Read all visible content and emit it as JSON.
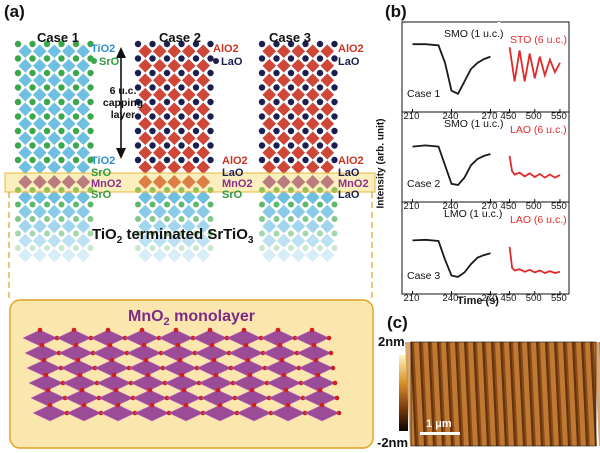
{
  "panel_a": {
    "letter": "(a)",
    "cases": [
      {
        "title": "Case 1",
        "top_labels": [
          "TiO2",
          "SrO"
        ],
        "interface_labels": [
          "TiO2",
          "SrO",
          "MnO2",
          "SrO"
        ]
      },
      {
        "title": "Case 2",
        "top_labels": [
          "AlO2",
          "LaO"
        ],
        "interface_labels": []
      },
      {
        "title": "Case 3",
        "top_labels": [
          "AlO2",
          "LaO"
        ],
        "interface_labels": [
          "AlO2",
          "LaO",
          "MnO2",
          "LaO"
        ]
      }
    ],
    "middle_labels": [
      "AlO2",
      "LaO",
      "MnO2",
      "SrO"
    ],
    "capping_text": [
      "6 u.c.",
      "capping",
      "layer"
    ],
    "substrate_text_prefix": "TiO",
    "substrate_text_middle": " terminated SrTiO",
    "monolayer_title_prefix": "MnO",
    "monolayer_title_suffix": " monolayer"
  },
  "panel_b": {
    "letter": "(b)",
    "ylabel": "Intensity (arb. unit)",
    "xlabel": "Time (s)",
    "plots": [
      {
        "case": "Case 1",
        "left_label": "SMO (1 u.c.)",
        "right_label": "STO (6 u.c.)",
        "left_ticks": [
          "210",
          "240",
          "270"
        ],
        "right_ticks": [
          "450",
          "500",
          "550"
        ]
      },
      {
        "case": "Case 2",
        "left_label": "SMO (1 u.c.)",
        "right_label": "LAO (6 u.c.)",
        "left_ticks": [
          "210",
          "240",
          "270"
        ],
        "right_ticks": [
          "450",
          "500",
          "550"
        ]
      },
      {
        "case": "Case 3",
        "left_label": "LMO (1 u.c.)",
        "right_label": "LAO (6 u.c.)",
        "left_ticks": [
          "210",
          "240",
          "270"
        ],
        "right_ticks": [
          "450",
          "500",
          "550"
        ]
      }
    ]
  },
  "panel_c": {
    "letter": "(c)",
    "scale_top": "2nm",
    "scale_bottom": "-2nm",
    "scalebar": "1 μm"
  },
  "colors": {
    "sr_green": "#3aa84a",
    "ti_blue": "#5fb8de",
    "la_navy": "#1c1f4e",
    "al_red": "#c93324",
    "mn_purple": "#8a2f8c",
    "oxygen_red": "#cc1f1f",
    "rheed_black": "#1a1a1a",
    "rheed_red": "#e02a2a",
    "highlight_yellow": "#f6dc6e",
    "monolayer_bg": "#fbe7ae",
    "afm_brown": "#a8621c"
  },
  "chart_data": [
    {
      "type": "line",
      "title": "",
      "xlabel": "Time (s)",
      "ylabel": "Intensity (arb. unit)",
      "series": [
        {
          "name": "SMO (1 u.c.)",
          "x": [
            210,
            220,
            230,
            235,
            240,
            245,
            250,
            255,
            260,
            265,
            270
          ],
          "y": [
            0.9,
            0.9,
            0.88,
            0.6,
            0.15,
            0.1,
            0.3,
            0.5,
            0.6,
            0.66,
            0.7
          ]
        },
        {
          "name": "STO (6 u.c.)",
          "x": [
            450,
            460,
            470,
            480,
            490,
            500,
            510,
            520,
            530,
            540,
            550
          ],
          "y": [
            0.85,
            0.3,
            0.8,
            0.3,
            0.75,
            0.35,
            0.7,
            0.4,
            0.65,
            0.45,
            0.6
          ]
        }
      ]
    },
    {
      "type": "line",
      "title": "",
      "xlabel": "Time (s)",
      "ylabel": "Intensity (arb. unit)",
      "series": [
        {
          "name": "SMO (1 u.c.)",
          "x": [
            210,
            220,
            230,
            235,
            240,
            245,
            250,
            255,
            260,
            265,
            270
          ],
          "y": [
            0.7,
            0.72,
            0.7,
            0.4,
            0.1,
            0.08,
            0.2,
            0.4,
            0.5,
            0.55,
            0.58
          ]
        },
        {
          "name": "LAO (6 u.c.)",
          "x": [
            450,
            455,
            460,
            470,
            480,
            490,
            500,
            510,
            520,
            530,
            540,
            550
          ],
          "y": [
            0.55,
            0.3,
            0.25,
            0.28,
            0.22,
            0.27,
            0.21,
            0.26,
            0.2,
            0.25,
            0.2,
            0.24
          ]
        }
      ]
    },
    {
      "type": "line",
      "title": "",
      "xlabel": "Time (s)",
      "ylabel": "Intensity (arb. unit)",
      "series": [
        {
          "name": "LMO (1 u.c.)",
          "x": [
            210,
            220,
            230,
            235,
            240,
            245,
            250,
            255,
            260,
            265,
            270
          ],
          "y": [
            0.65,
            0.66,
            0.64,
            0.35,
            0.1,
            0.08,
            0.15,
            0.28,
            0.38,
            0.42,
            0.45
          ]
        },
        {
          "name": "LAO (6 u.c.)",
          "x": [
            450,
            455,
            460,
            470,
            480,
            490,
            500,
            510,
            520,
            530,
            540,
            550
          ],
          "y": [
            0.55,
            0.22,
            0.18,
            0.2,
            0.16,
            0.19,
            0.15,
            0.18,
            0.14,
            0.17,
            0.14,
            0.16
          ]
        }
      ]
    }
  ]
}
